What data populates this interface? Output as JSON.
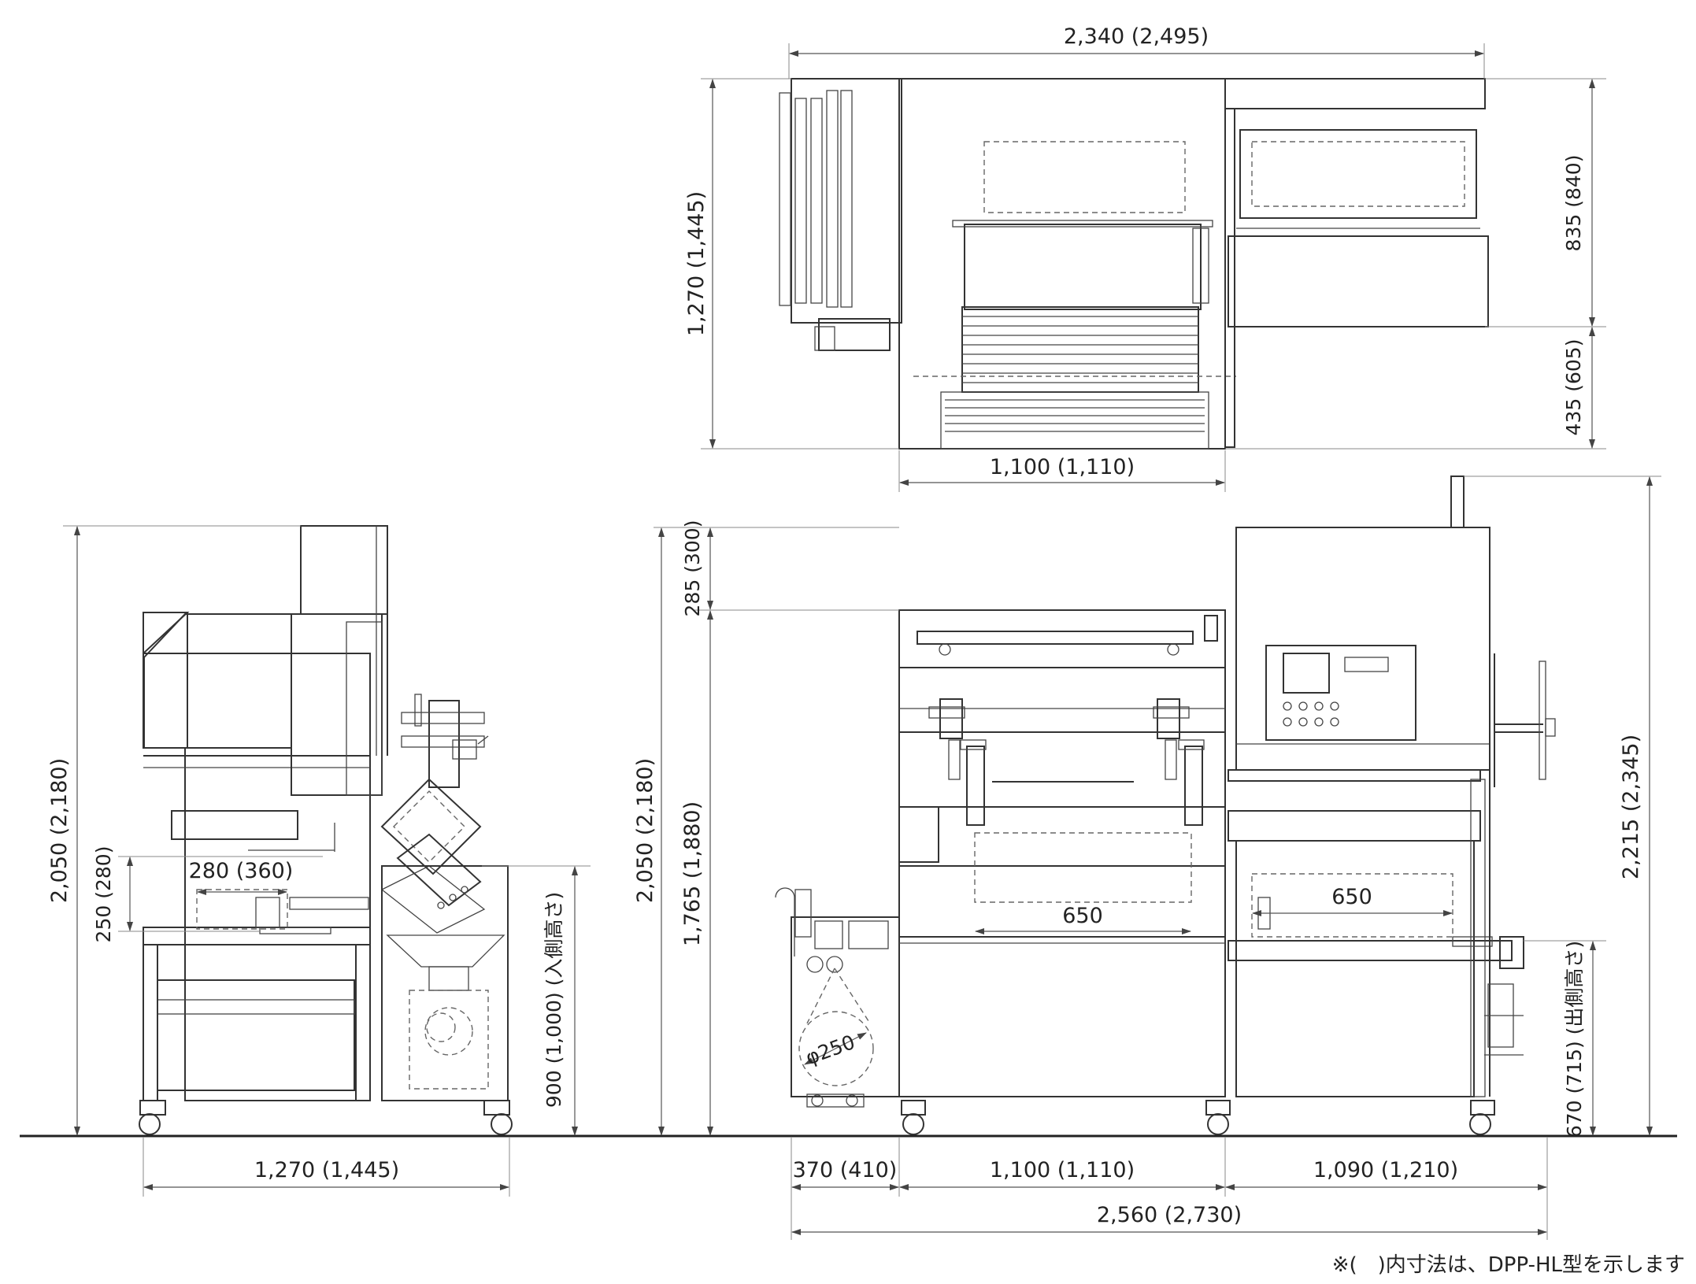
{
  "dimensions": {
    "top_width": "2,340 (2,495)",
    "top_depth": "1,270 (1,445)",
    "top_right_upper": "835 (840)",
    "top_right_lower": "435 (605)",
    "top_body_width": "1,100 (1,110)",
    "side_height": "2,050 (2,180)",
    "side_opening": "250 (280)",
    "side_inner_width": "280 (360)",
    "side_infeed_height": "900 (1,000) (入側高さ)",
    "side_base_width": "1,270 (1,445)",
    "front_total_height": "2,050 (2,180)",
    "front_top_offset": "285 (300)",
    "front_body_height": "1,765 (1,880)",
    "front_max_height": "2,215 (2,345)",
    "front_outfeed_height": "670 (715) (出側高さ)",
    "front_chamber1": "650",
    "front_chamber2": "650",
    "front_roll_dia": "φ250",
    "front_left": "370 (410)",
    "front_center": "1,100 (1,110)",
    "front_right": "1,090 (1,210)",
    "front_total_width": "2,560 (2,730)"
  },
  "note": "※(　)内寸法は、DPP-HL型を示します"
}
